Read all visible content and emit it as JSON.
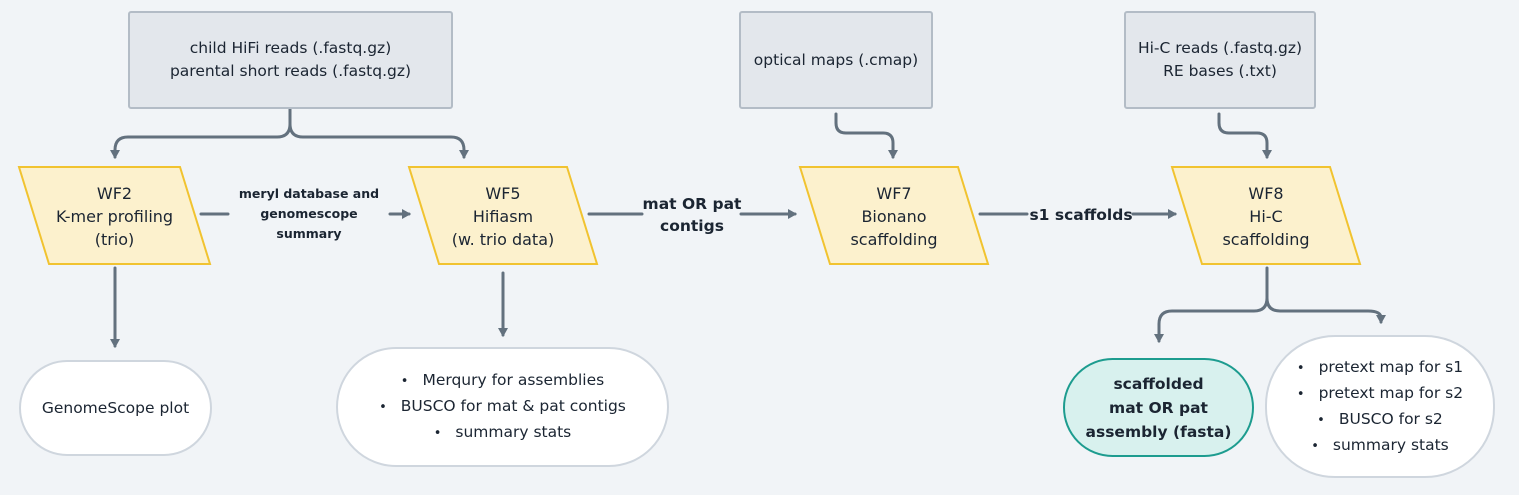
{
  "inputs": {
    "trio": [
      "child HiFi reads (.fastq.gz)",
      "parental short reads (.fastq.gz)"
    ],
    "optical": [
      "optical maps (.cmap)"
    ],
    "hic": [
      "Hi-C reads (.fastq.gz)",
      "RE bases (.txt)"
    ]
  },
  "workflows": {
    "wf2": [
      "WF2",
      "K-mer profiling",
      "(trio)"
    ],
    "wf5": [
      "WF5",
      "Hifiasm",
      "(w. trio data)"
    ],
    "wf7": [
      "WF7",
      "Bionano",
      "scaffolding"
    ],
    "wf8": [
      "WF8",
      "Hi-C",
      "scaffolding"
    ]
  },
  "edge_labels": {
    "wf2_to_wf5": [
      "meryl database and",
      "genomescope summary"
    ],
    "wf5_to_wf7": [
      "mat OR pat",
      "contigs"
    ],
    "wf7_to_wf8": [
      "s1 scaffolds"
    ]
  },
  "outputs": {
    "genomescope": "GenomeScope plot",
    "wf5_reports": [
      "Merqury for assemblies",
      "BUSCO for mat & pat contigs",
      "summary stats"
    ],
    "final_assembly": [
      "scaffolded",
      "mat OR pat",
      "assembly (fasta)"
    ],
    "wf8_reports": [
      "pretext map for s1",
      "pretext map for s2",
      "BUSCO for s2",
      "summary stats"
    ]
  },
  "colors": {
    "background": "#f1f4f7",
    "input_fill": "#e3e7ec",
    "input_border": "#b3bcc6",
    "workflow_fill": "#fcf1cd",
    "workflow_border": "#f1c330",
    "arrow": "#63717e",
    "pill_border": "#cfd6de",
    "final_fill": "#d8f1ee",
    "final_border": "#1d9c8f"
  }
}
